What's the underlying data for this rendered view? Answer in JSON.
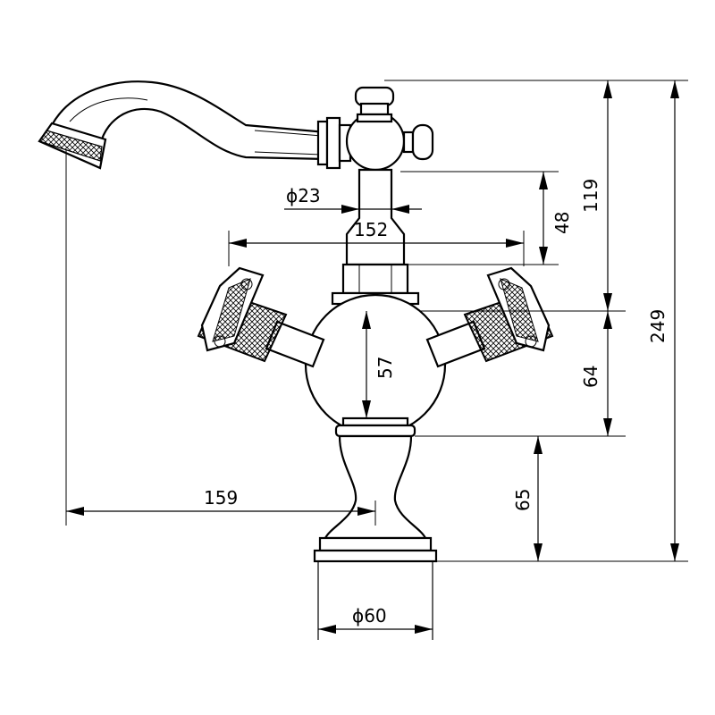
{
  "dimensions": {
    "d23": "ϕ23",
    "d152": "152",
    "d48": "48",
    "d119": "119",
    "d249": "249",
    "d57": "57",
    "d64": "64",
    "d65": "65",
    "d159": "159",
    "d60": "ϕ60"
  },
  "colors": {
    "line": "#000000",
    "background": "#ffffff"
  }
}
